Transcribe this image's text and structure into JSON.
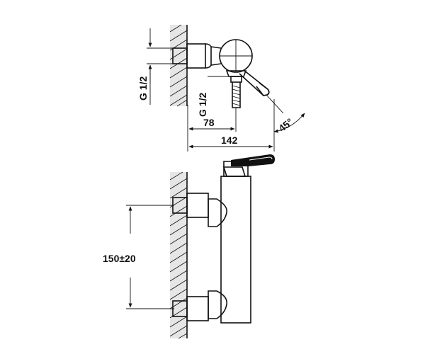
{
  "dimensions": {
    "thread_wall": "G 1/2",
    "thread_outlet": "G 1/2",
    "outlet_offset": "78",
    "total_projection": "142",
    "lever_angle": "45°",
    "connection_spacing": "150±20"
  },
  "icons": {
    "wall": "wall-hatch",
    "valve": "mixer-body",
    "lever": "lever-handle",
    "outlet": "hose-outlet"
  },
  "colors": {
    "line": "#111111",
    "wall_fill": "#e6e6e6",
    "background": "#ffffff"
  }
}
